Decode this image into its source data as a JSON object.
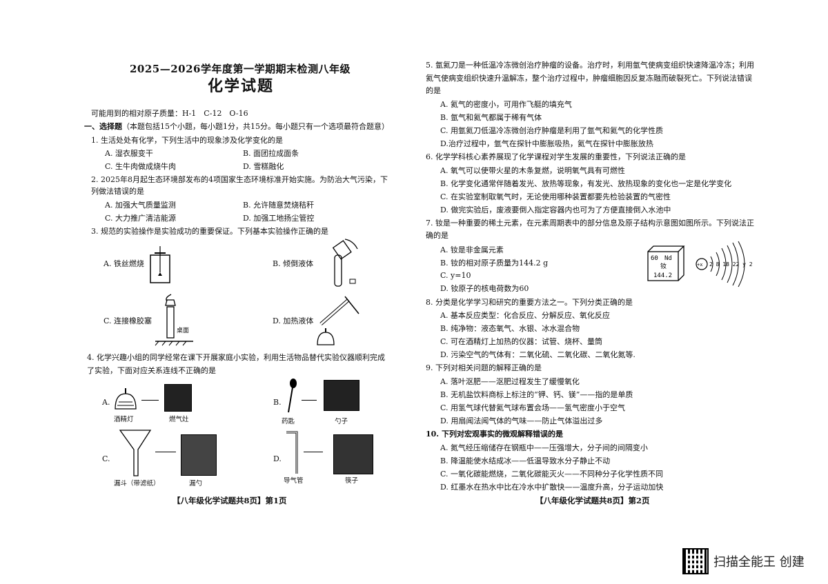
{
  "left": {
    "title": "2025—2026学年度第一学期期末检测八年级",
    "subtitle": "化学试题",
    "atomic_mass": "可能用到的相对原子质量：H-1　C-12　O-16",
    "section1": "一、选择题",
    "section1_note": "（本题包括15个小题，每小题1分，共15分。每小题只有一个选项最符合题意）",
    "q1": "1. 生活处处有化学，下列生活中的现象涉及化学变化的是",
    "q1_options": [
      "A. 湿衣服变干",
      "B. 面团拉成面条",
      "C. 生牛肉做成烧牛肉",
      "D. 雪糕融化"
    ],
    "q2_line1": "2. 2025年8月起生态环境部发布的4项国家生态环境标准开始实施。为防治大气污染，下",
    "q2_line2": "列做法错误的是",
    "q2_options": [
      "A. 加强大气质量监测",
      "B. 允许随意焚烧秸秆",
      "C. 大力推广清洁能源",
      "D. 加强工地扬尘管控"
    ],
    "q3": "3. 规范的实验操作是实验成功的重要保证。下列基本实验操作正确的是",
    "q3_options": [
      "A. 铁丝燃烧",
      "B. 倾倒液体",
      "C. 连接橡胶塞",
      "D. 加热液体"
    ],
    "q3_desk": "桌面",
    "q4_line1": "4. 化学兴趣小组的同学经常在课下开展家庭小实验，利用生活物品替代实验仪器顺利完成",
    "q4_line2": "了实验，下面对应关系连线不正确的是",
    "q4_letters": [
      "A.",
      "B.",
      "C.",
      "D."
    ],
    "q4_labels": [
      "酒精灯",
      "燃气灶",
      "药匙",
      "勺子",
      "漏斗（带滤纸）",
      "漏勺",
      "导气管",
      "筷子"
    ],
    "footer": "【八年级化学试题共8页】第1页"
  },
  "right": {
    "q5_line1": "5. 氩氦刀是一种低温冷冻微创治疗肿瘤的设备。治疗时，利用氩气使病变组织快速降温冷冻；利用",
    "q5_line2": "氦气使病变组织快速升温解冻，整个治疗过程中，肿瘤细胞因反复冻融而破裂死亡。下列说法错误",
    "q5_line3": "的是",
    "q5_options": [
      "A. 氦气的密度小，可用作飞艇的填充气",
      "B. 氩气和氦气都属于稀有气体",
      "C. 用氩氦刀低温冷冻微创治疗肿瘤是利用了氩气和氦气的化学性质",
      "D.治疗过程中，氩气在探针中膨胀吸热，氦气在探针中膨胀放热"
    ],
    "q6": "6. 化学学科核心素养展现了化学课程对学生发展的重要性，下列说法正确的是",
    "q6_options": [
      "A. 氧气可以使带火星的木条复燃，说明氧气具有可燃性",
      "B. 化学变化通常伴随着发光、放热等现象，有发光、放热现象的变化也一定是化学变化",
      "C. 在实验室制取氧气时，无论使用哪种装置都要先检验装置的气密性",
      "D. 做完实验后，废液要倒入指定容器内也可为了方便直接倒入水池中"
    ],
    "q7_line1": "7. 钕是一种重要的稀土元素，在元素周期表中的部分信息及原子结构示意图如图所示。下列说法正",
    "q7_line2": "确的是",
    "q7_options": [
      "A. 钕是非金属元素",
      "B. 钕的相对原子质量为144.2 g",
      "C. y=10",
      "D. 钕原子的核电荷数为60"
    ],
    "q7_cell": {
      "number": "60",
      "symbol": "Nd",
      "name": "钕",
      "mass": "144.2"
    },
    "q7_atom": {
      "nucleus": "+x",
      "shells": "2 8 18 22 y 2"
    },
    "q8": "8. 分类是化学学习和研究的重要方法之一。下列分类正确的是",
    "q8_options": [
      "A. 基本反应类型：化合反应、分解反应、氧化反应",
      "B. 纯净物：液态氧气、水银、冰水混合物",
      "C. 可在酒精灯上加热的仪器：试管、烧杯、量筒",
      "D. 污染空气的气体有：二氧化硫、二氧化碳、二氧化氮等."
    ],
    "q9": "9. 下列对相关问题的解释正确的是",
    "q9_options": [
      "A. 落叶沤肥——沤肥过程发生了缓慢氧化",
      "B. 无机盐饮料商标上标注的“钾、钙、镁”——指的是单质",
      "C. 用氢气球代替氦气球布置会场——氢气密度小于空气",
      "D. 用扇闻法闻气体的气味——防止气体溢出过多"
    ],
    "q10": "10. 下列对宏观事实的微观解释错误的是",
    "q10_options": [
      "A. 氮气经压缩储存在钢瓶中——压强增大，分子间的间隔变小",
      "B. 降温能使水结成冰——低温导致水分子静止不动",
      "C. 一氧化碳能燃烧，二氧化碳能灭火——不同种分子化学性质不同",
      "D. 红墨水在热水中比在冷水中扩散快——温度升高，分子运动加快"
    ],
    "footer": "【八年级化学试题共8页】第2页"
  },
  "watermark": "扫描全能王 创建"
}
